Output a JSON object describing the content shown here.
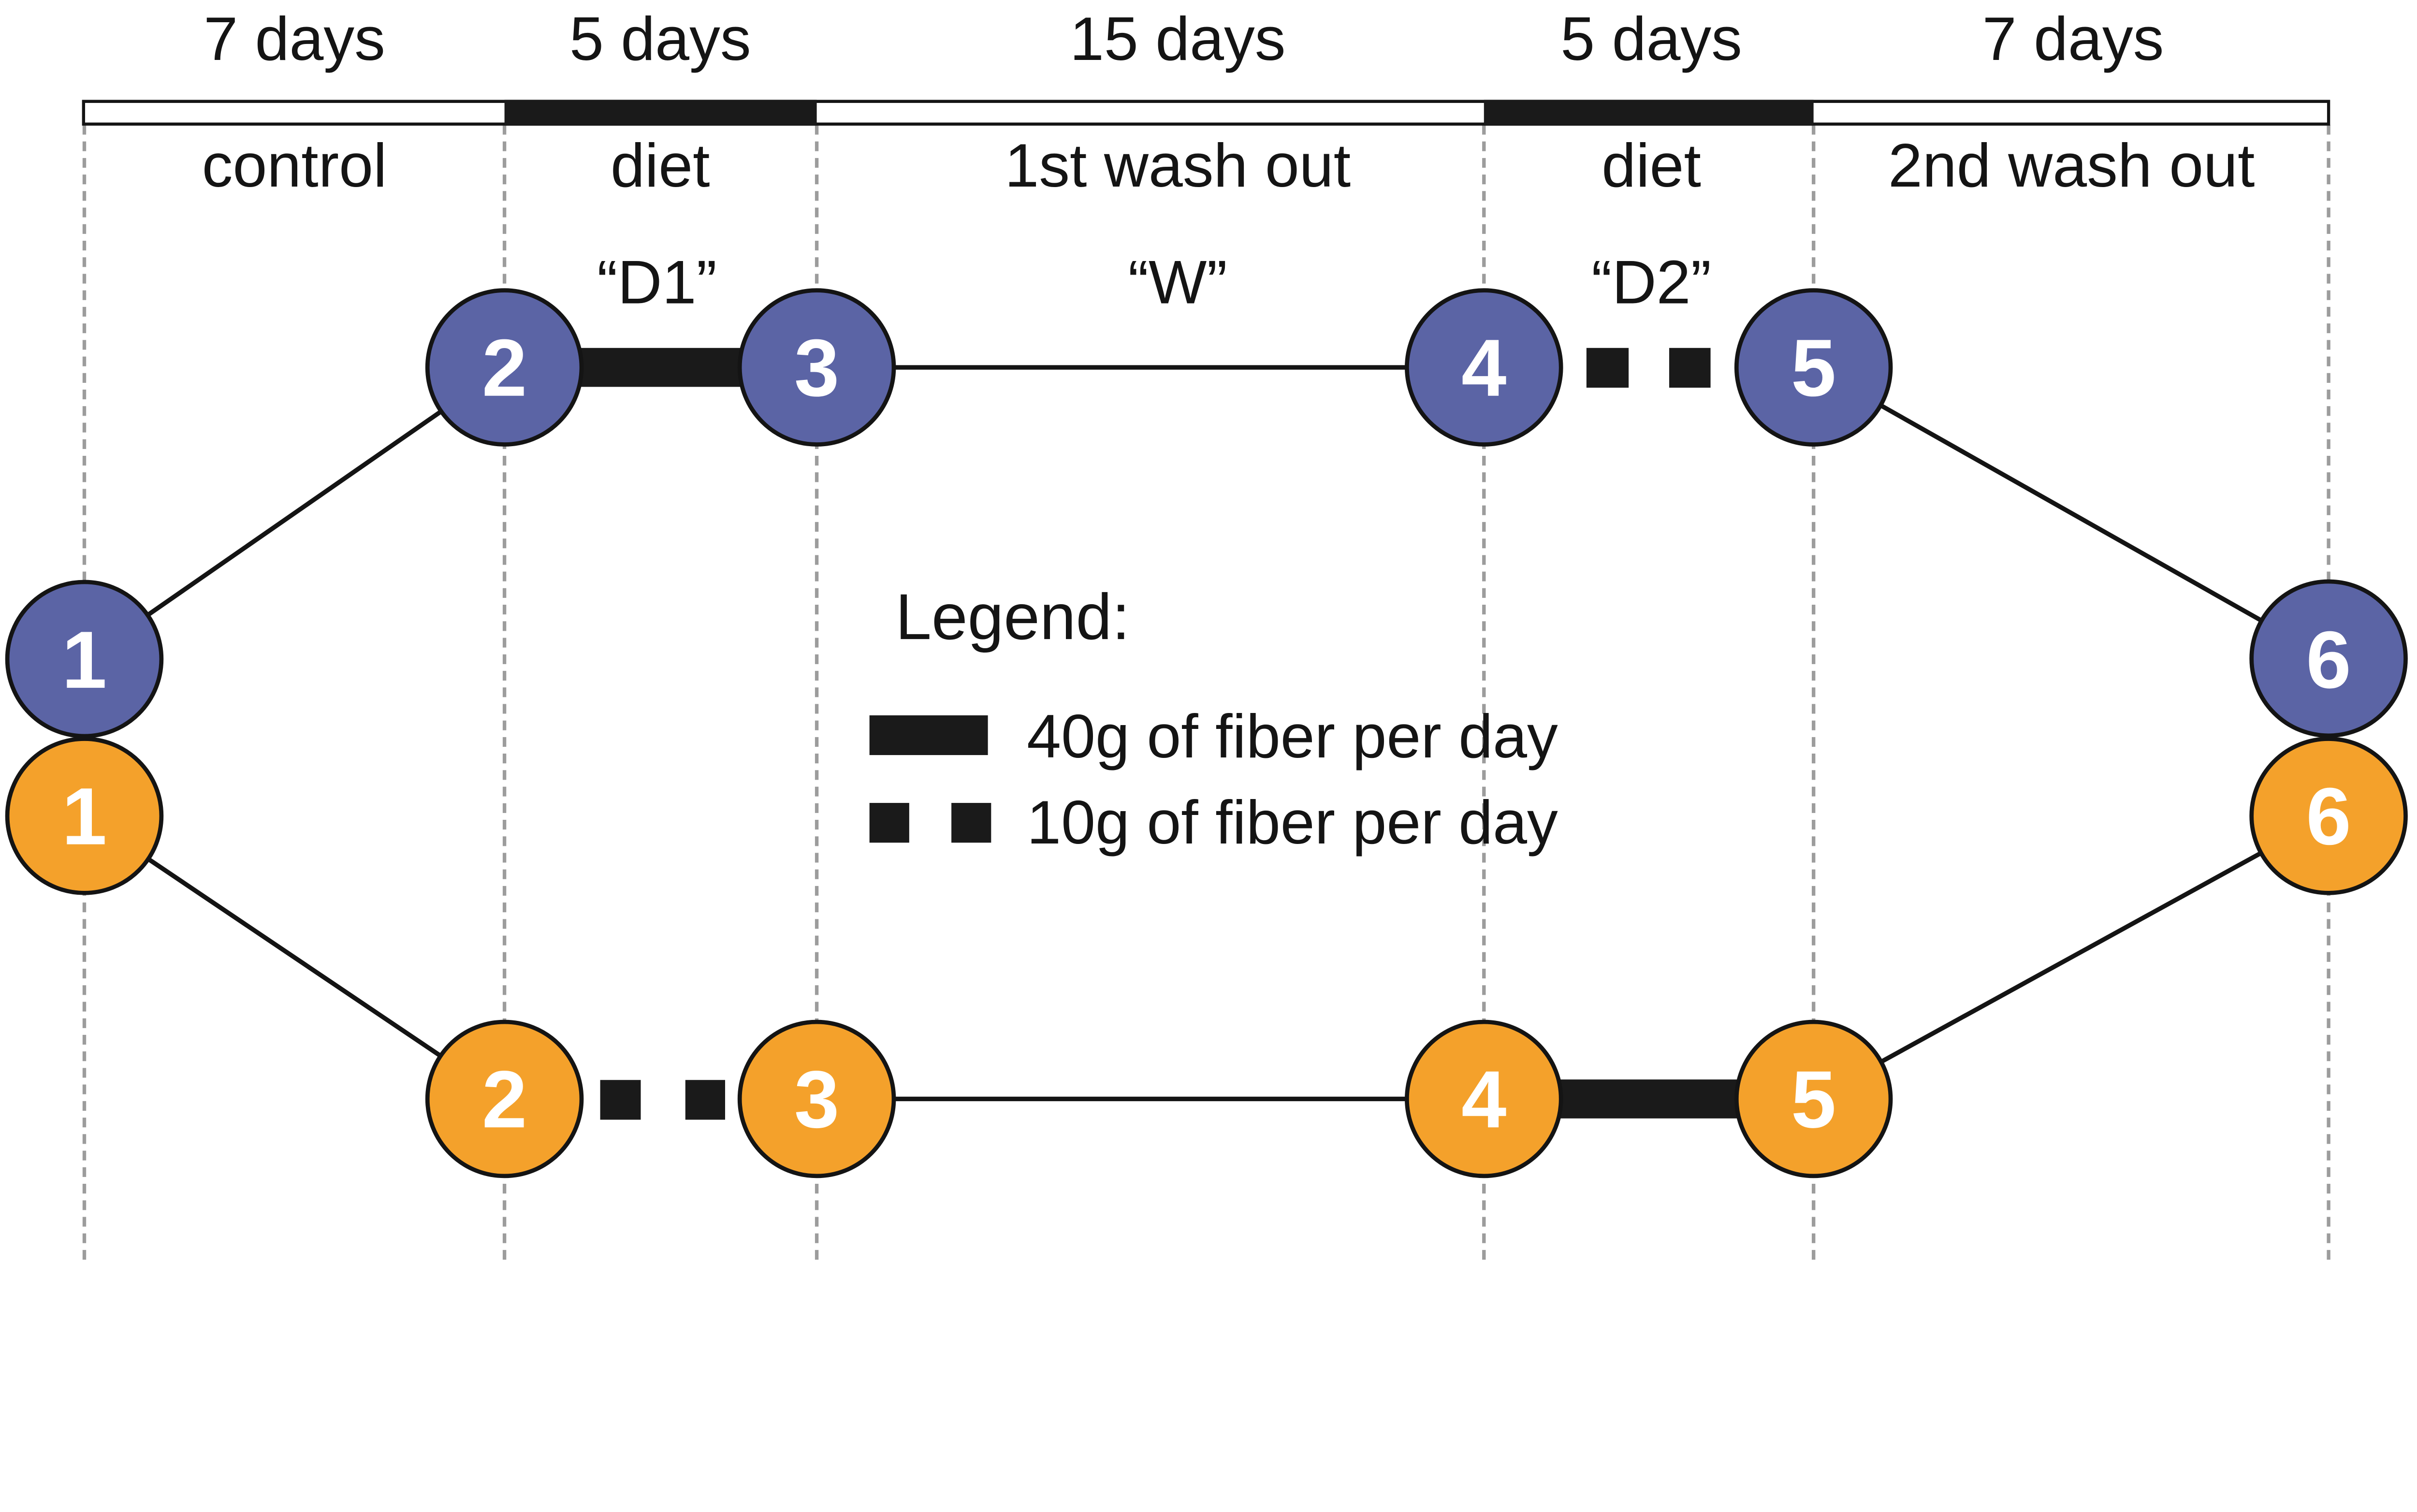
{
  "figure": {
    "type": "crossover-study-timeline",
    "description_items": {
      "arms_count": 2,
      "sampling_points_per_arm": 6
    }
  },
  "timeline": {
    "sections": [
      {
        "duration": "7 days",
        "phase": "control",
        "code": ""
      },
      {
        "duration": "5 days",
        "phase": "diet",
        "code": "“D1”"
      },
      {
        "duration": "15 days",
        "phase": "1st wash out",
        "code": "“W”"
      },
      {
        "duration": "5 days",
        "phase": "diet",
        "code": "“D2”"
      },
      {
        "duration": "7 days",
        "phase": "2nd wash out",
        "code": ""
      }
    ]
  },
  "legend": {
    "title": "Legend:",
    "items": [
      {
        "swatch": "thick-bar",
        "label": "40g of fiber per day"
      },
      {
        "swatch": "dashed-squares",
        "label": "10g of fiber per day"
      }
    ]
  },
  "arms": {
    "blue": {
      "color": "#5B64A5",
      "nodes": [
        "1",
        "2",
        "3",
        "4",
        "5",
        "6"
      ],
      "links": [
        {
          "from": "2",
          "to": "3",
          "type": "40g of fiber per day"
        },
        {
          "from": "4",
          "to": "5",
          "type": "10g of fiber per day"
        }
      ]
    },
    "orange": {
      "color": "#F4A12B",
      "nodes": [
        "1",
        "2",
        "3",
        "4",
        "5",
        "6"
      ],
      "links": [
        {
          "from": "2",
          "to": "3",
          "type": "10g of fiber per day"
        },
        {
          "from": "4",
          "to": "5",
          "type": "40g of fiber per day"
        }
      ]
    }
  },
  "colors": {
    "arm_blue": "#5B64A5",
    "arm_orange": "#F4A12B",
    "bar_black": "#1A1A1A",
    "dashed_gray": "#9C9C9C",
    "node_text": "#FFFFFF"
  }
}
